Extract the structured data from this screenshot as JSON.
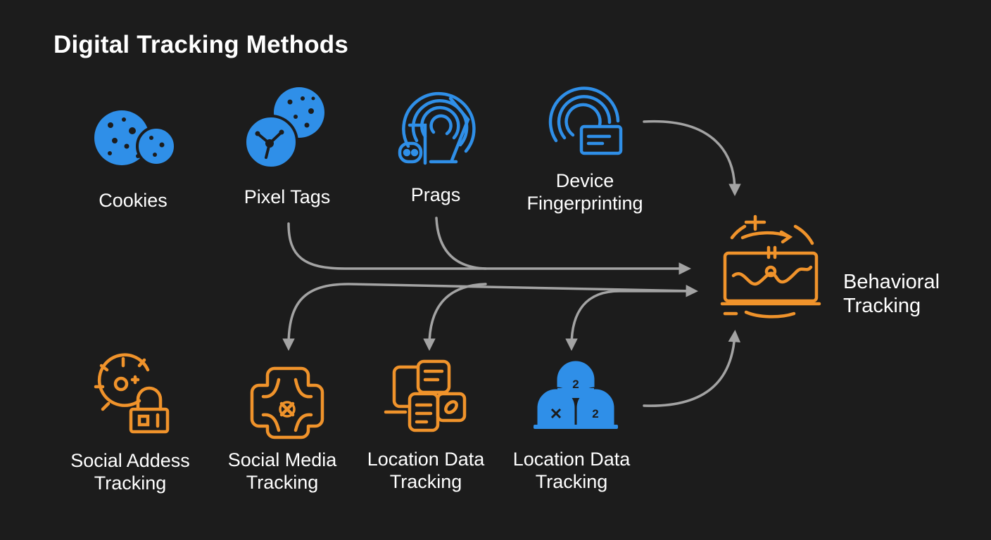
{
  "title": "Digital Tracking Methods",
  "colors": {
    "background": "#1c1c1c",
    "blue": "#2f8fe8",
    "orange": "#f0932b",
    "arrow": "#a3a3a3",
    "text": "#ffffff"
  },
  "nodes": {
    "cookies": {
      "lines": [
        "Cookies"
      ],
      "icon": "cookies-icon"
    },
    "pixel_tags": {
      "lines": [
        "Pixel Tags"
      ],
      "icon": "pixel-tags-icon"
    },
    "prags": {
      "lines": [
        "Prags"
      ],
      "icon": "fingerprint-icon"
    },
    "device_fingerprinting": {
      "lines": [
        "Device",
        "Fingerprinting"
      ],
      "icon": "device-fingerprint-icon"
    },
    "behavioral_tracking": {
      "lines": [
        "Behavioral",
        "Tracking"
      ],
      "icon": "behavioral-monitor-icon"
    },
    "social_addess_tracking": {
      "lines": [
        "Social Addess",
        "Tracking"
      ],
      "icon": "gear-lock-icon"
    },
    "social_media_tracking": {
      "lines": [
        "Social Media",
        "Tracking"
      ],
      "icon": "social-cross-icon"
    },
    "location_data_tracking_1": {
      "lines": [
        "Location Data",
        "Tracking"
      ],
      "icon": "location-documents-icon"
    },
    "location_data_tracking_2": {
      "lines": [
        "Location Data",
        "Tracking"
      ],
      "icon": "location-stack-icon"
    }
  },
  "location_stack_badges": [
    "2",
    "2"
  ]
}
